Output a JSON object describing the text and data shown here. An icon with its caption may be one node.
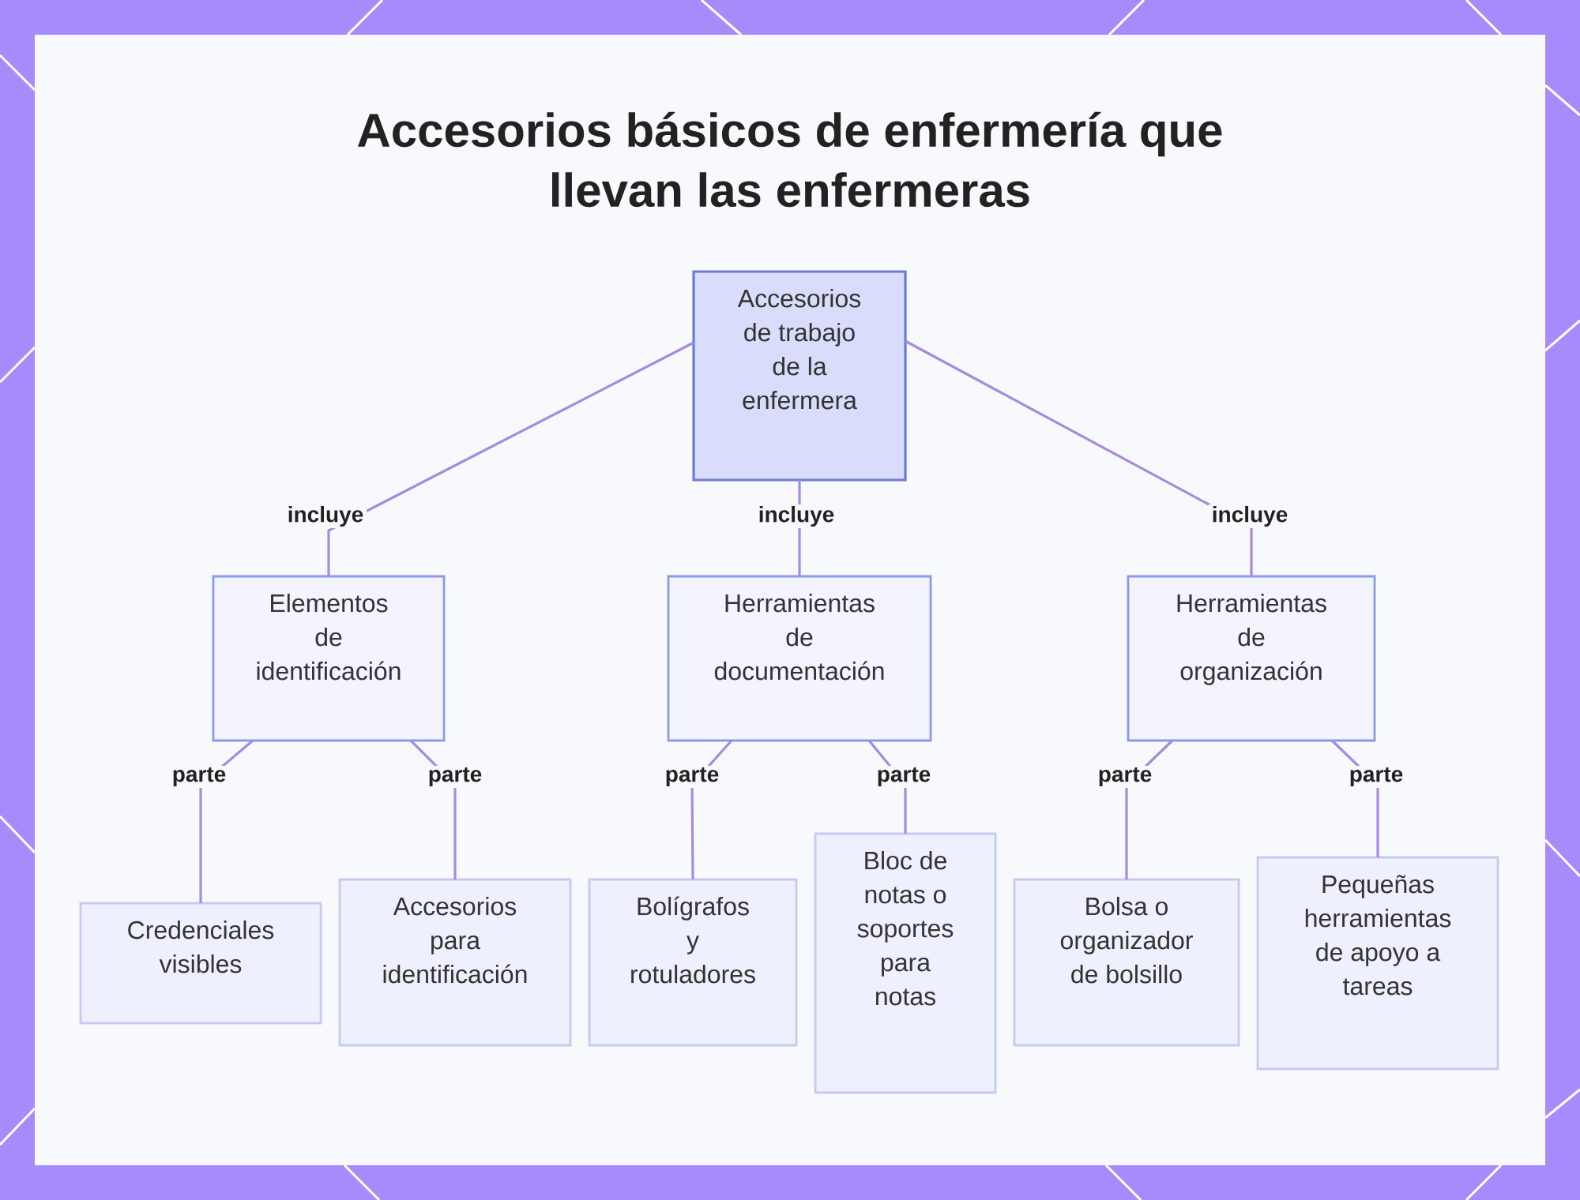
{
  "diagram": {
    "title": "Accesorios básicos de enfermería que llevan las enfermeras",
    "nodes": [
      {
        "text": [
          "Accesorios de trabajo de la enfermera"
        ]
      },
      {
        "text": [
          "Elementos de identificación"
        ]
      },
      {
        "text": [
          "Herramientas de documentación"
        ]
      },
      {
        "text": [
          "Herramientas de organización"
        ]
      },
      {
        "text": [
          "Credenciales visibles"
        ]
      },
      {
        "text": [
          "Accesorios para identificación"
        ]
      },
      {
        "text": [
          "Bolígrafos y rotuladores"
        ]
      },
      {
        "text": [
          "Bloc de notas o soportes para notas"
        ]
      },
      {
        "text": [
          "Bolsa o organizador de bolsillo"
        ]
      },
      {
        "text": [
          "Pequeñas herramientas de apoyo a tareas"
        ]
      }
    ],
    "edges": [
      {
        "from": 0,
        "to": 1,
        "arrow": "none",
        "label": "incluye"
      },
      {
        "from": 0,
        "to": 2,
        "arrow": "none",
        "label": "incluye"
      },
      {
        "from": 0,
        "to": 3,
        "arrow": "none",
        "label": "incluye"
      },
      {
        "from": 1,
        "to": 4,
        "arrow": "none",
        "label": "parte"
      },
      {
        "from": 1,
        "to": 5,
        "arrow": "none",
        "label": "parte"
      },
      {
        "from": 2,
        "to": 6,
        "arrow": "none",
        "label": "parte"
      },
      {
        "from": 2,
        "to": 7,
        "arrow": "none",
        "label": "parte"
      },
      {
        "from": 3,
        "to": 8,
        "arrow": "none",
        "label": "parte"
      },
      {
        "from": 3,
        "to": 9,
        "arrow": "none",
        "label": "parte"
      }
    ]
  }
}
